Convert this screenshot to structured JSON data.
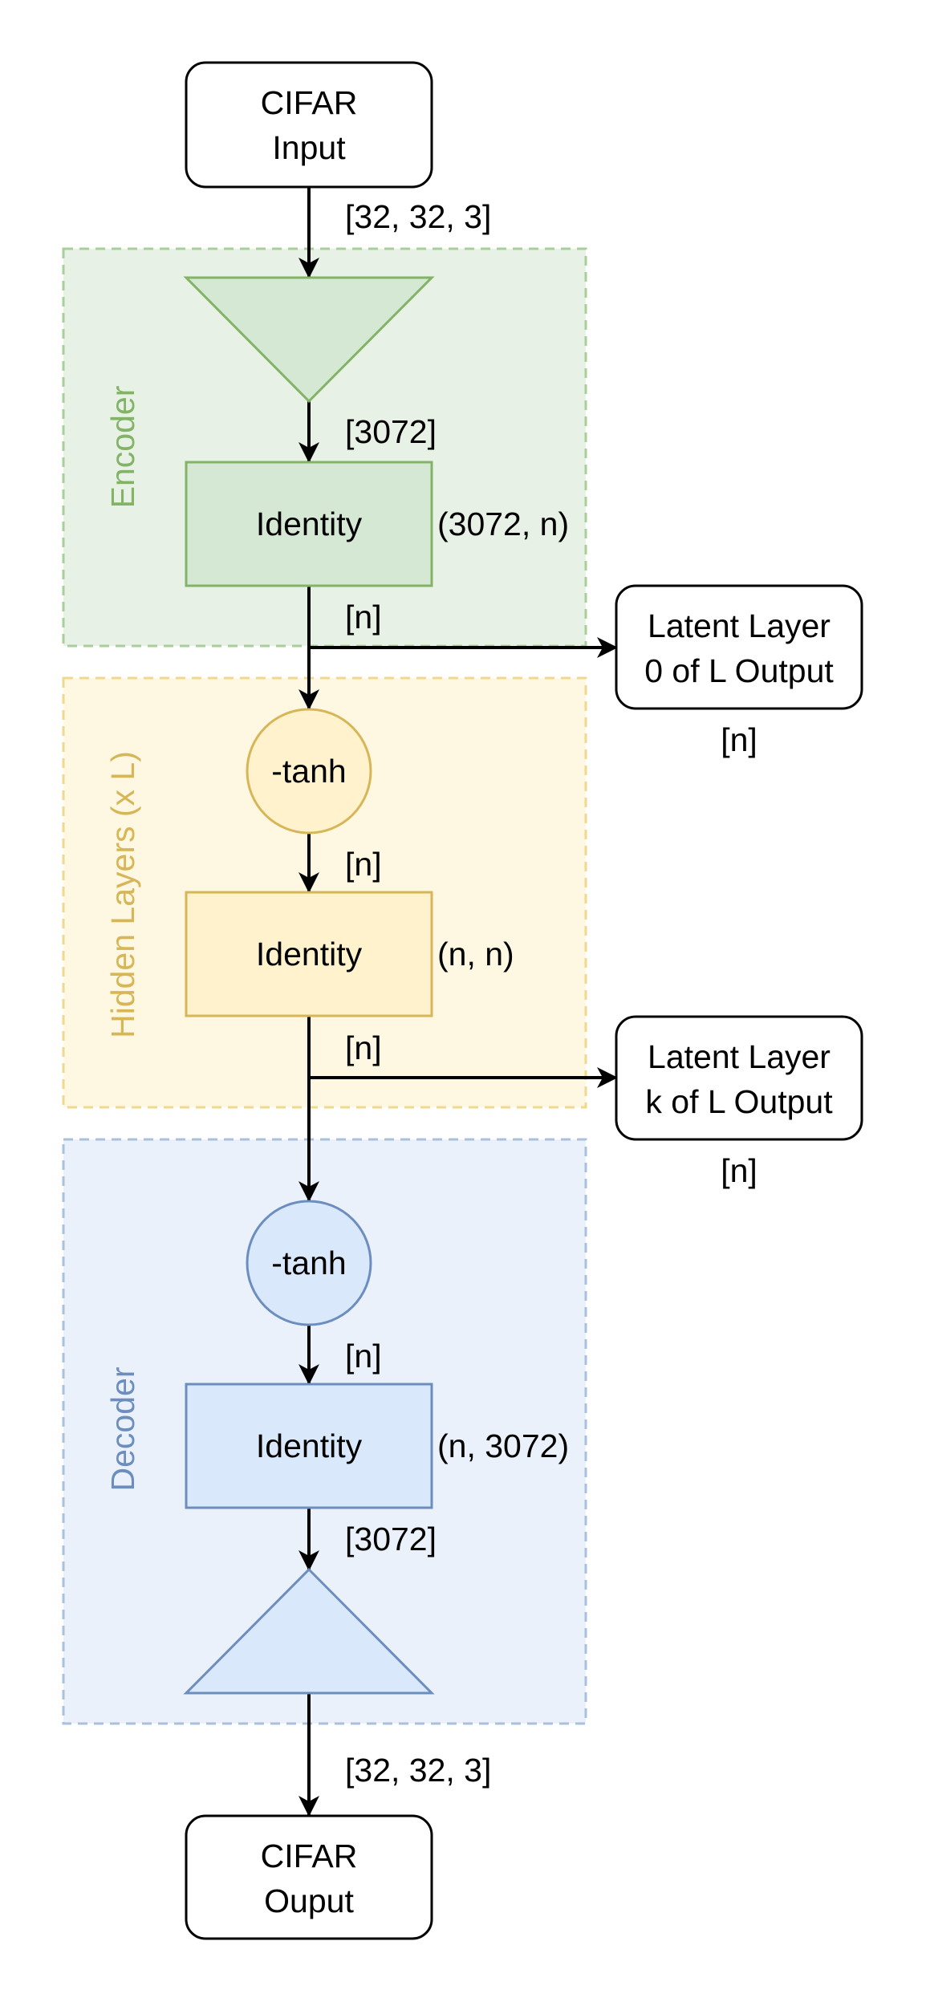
{
  "colors": {
    "encoder_fill": "#E7F1E5",
    "encoder_stroke": "#A8CF9A",
    "encoder_text": "#82B366",
    "encoder_shape_fill": "#D5E8D4",
    "encoder_shape_stroke": "#82B366",
    "hidden_fill": "#FEF7E1",
    "hidden_stroke": "#F0D98F",
    "hidden_text": "#D6B656",
    "hidden_shape_fill": "#FFF2CC",
    "hidden_shape_stroke": "#D6B656",
    "decoder_fill": "#EAF1FB",
    "decoder_stroke": "#A9C0DF",
    "decoder_text": "#6C8EBF",
    "decoder_shape_fill": "#DAE8FC",
    "decoder_shape_stroke": "#6C8EBF",
    "line": "#000000"
  },
  "groups": {
    "encoder": "Encoder",
    "hidden": "Hidden Layers (x L)",
    "decoder": "Decoder"
  },
  "nodes": {
    "input": [
      "CIFAR",
      "Input"
    ],
    "encoder_identity": "Identity",
    "hidden_activation": "-tanh",
    "hidden_identity": "Identity",
    "decoder_activation": "-tanh",
    "decoder_identity": "Identity",
    "output": [
      "CIFAR",
      "Ouput"
    ],
    "latent_0": [
      "Latent Layer",
      "0 of L Output"
    ],
    "latent_k": [
      "Latent Layer",
      "k of L Output"
    ]
  },
  "labels": {
    "input_shape": "[32, 32, 3]",
    "flatten_shape": "[3072]",
    "encoder_weights": "(3072, n)",
    "encoder_out": "[n]",
    "latent_0_shape": "[n]",
    "hidden_in": "[n]",
    "hidden_weights": "(n, n)",
    "hidden_out": "[n]",
    "latent_k_shape": "[n]",
    "decoder_in": "[n]",
    "decoder_weights": "(n, 3072)",
    "decoder_out": "[3072]",
    "output_shape": "[32, 32, 3]"
  }
}
